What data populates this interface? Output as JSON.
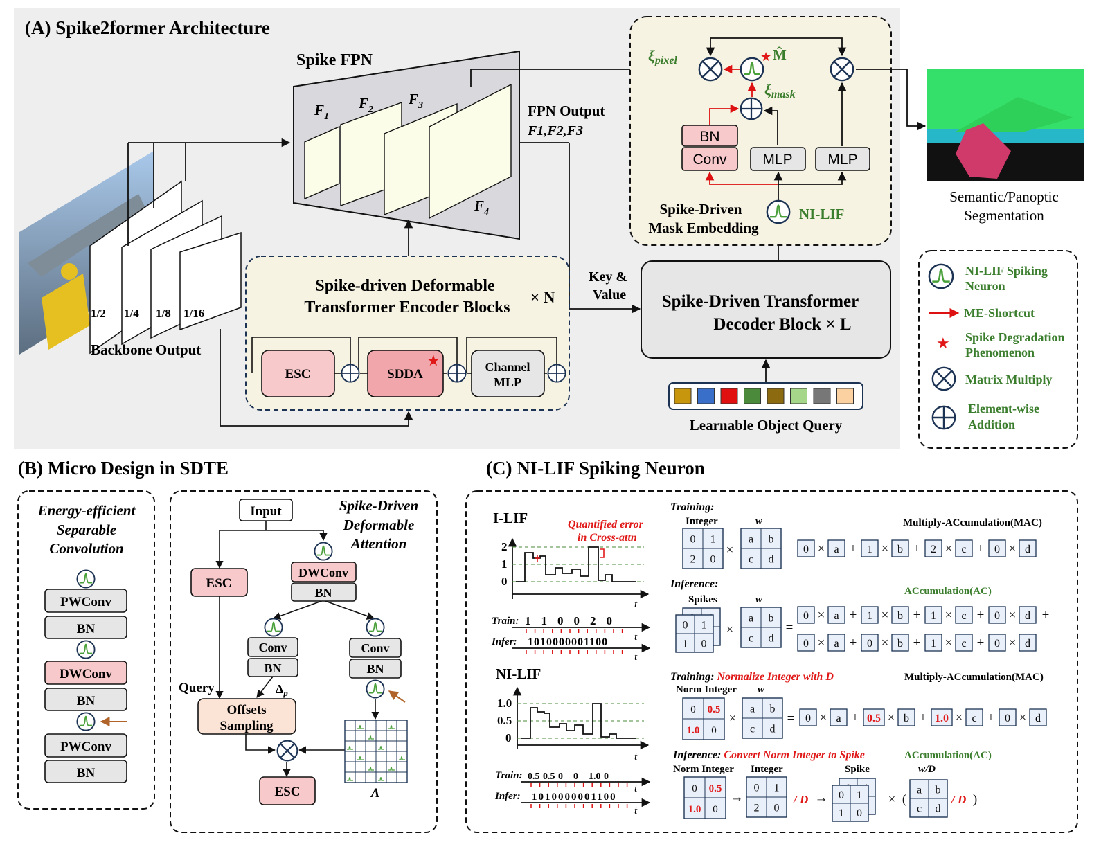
{
  "colors": {
    "panel_bg": "#eeeeee",
    "cream": "#f7f3e3",
    "pink": "#f7c9cb",
    "pink_dark": "#f0a6aa",
    "grey_box": "#e6e6e6",
    "peach": "#fbe3d6",
    "green": "#3a7d2c",
    "red": "#e01818",
    "navy": "#1d3354",
    "spike_green": "#4aa03a",
    "arrow_brown": "#b0642a"
  },
  "panelA": {
    "title": "(A) Spike2former Architecture",
    "fpn_title": "Spike FPN",
    "f1": "F",
    "f1_sub": "1",
    "f2": "F",
    "f2_sub": "2",
    "f3": "F",
    "f3_sub": "3",
    "f4": "F",
    "f4_sub": "4",
    "fpn_output": "FPN Output",
    "fpn_output_vars": "F1,F2,F3",
    "backbone_scales": [
      "1/2",
      "1/4",
      "1/8",
      "1/16"
    ],
    "backbone_label": "Backbone Output",
    "encoder_title_1": "Spike-driven Deformable",
    "encoder_title_2": "Transformer Encoder Blocks",
    "encoder_repeat": "× N",
    "esc": "ESC",
    "sdda": "SDDA",
    "channel_mlp_1": "Channel",
    "channel_mlp_2": "MLP",
    "key_value_1": "Key &",
    "key_value_2": "Value",
    "decoder_1": "Spike-Driven Transformer",
    "decoder_2": "Decoder Block  × L",
    "query_label": "Learnable Object Query",
    "query_colors": [
      "#c8960c",
      "#3a6fc9",
      "#e01010",
      "#4a8a3a",
      "#8c6a10",
      "#a6d68a",
      "#777777",
      "#fbd1a2"
    ],
    "xi_pixel": "ξpixel",
    "xi_mask": "ξmask",
    "m_hat": "M̂",
    "bn": "BN",
    "conv": "Conv",
    "mlp_a": "MLP",
    "mlp_b": "MLP",
    "nilif_label": "NI-LIF",
    "mask_embed_1": "Spike-Driven",
    "mask_embed_2": "Mask Embedding",
    "seg_label_1": "Semantic/Panoptic",
    "seg_label_2": "Segmentation"
  },
  "legend": {
    "nilif_1": "NI-LIF Spiking",
    "nilif_2": "Neuron",
    "me_shortcut": "ME-Shortcut",
    "spike_deg_1": "Spike Degradation",
    "spike_deg_2": "Phenomenon",
    "matmul": "Matrix Multiply",
    "elemadd_1": "Element-wise",
    "elemadd_2": "Addition"
  },
  "panelB": {
    "title": "(B) Micro Design in SDTE",
    "esc_title_1": "Energy-efficient",
    "esc_title_2": "Separable",
    "esc_title_3": "Convolution",
    "pwconv_top": "PWConv",
    "bn_1": "BN",
    "dwconv": "DWConv",
    "bn_2": "BN",
    "pwconv_bottom": "PWConv",
    "bn_3": "BN",
    "sdda_title_1": "Spike-Driven",
    "sdda_title_2": "Deformable",
    "sdda_title_3": "Attention",
    "input": "Input",
    "esc_left": "ESC",
    "dwconv_mid": "DWConv",
    "bn_mid": "BN",
    "conv_left": "Conv",
    "bn_left": "BN",
    "conv_right": "Conv",
    "bn_right": "BN",
    "query": "Query",
    "delta_p": "Δp",
    "offsets_1": "Offsets",
    "offsets_2": "Sampling",
    "esc_bottom": "ESC",
    "attn_matrix": "A"
  },
  "panelC": {
    "title": "(C) NI-LIF Spiking Neuron",
    "ilif": "I-LIF",
    "quant_err_1": "Quantified error",
    "quant_err_2": "in Cross-attn",
    "ilif_yticks": [
      "2",
      "1",
      "0"
    ],
    "t_label": "t",
    "train_label": "Train:",
    "infer_label": "Infer:",
    "ilif_train": [
      "1",
      "1",
      "0",
      "0",
      "2",
      "0"
    ],
    "ilif_infer": "1010000001100",
    "nilif": "NI-LIF",
    "nilif_yticks": [
      "1.0",
      "0.5",
      "0"
    ],
    "nilif_train": [
      "0.5",
      "0.5",
      "0",
      "0",
      "1.0",
      "0"
    ],
    "nilif_infer": "1010000001100",
    "training": "Training:",
    "inference": "Inference:",
    "integer": "Integer",
    "w": "w",
    "mac": "Multiply-ACcumulation(MAC)",
    "spikes": "Spikes",
    "ac": "ACcumulation(AC)",
    "training_norm": "Normalize Integer with D",
    "norm_integer": "Norm Integer",
    "mac2": "Multiply-ACcumulation(MAC)",
    "inference_norm": "Convert Norm Integer to Spike",
    "ac2": "ACcumulation(AC)",
    "integer2": "Integer",
    "spike": "Spike",
    "w_over_d": "w/D",
    "div_d": "/ D",
    "int_matrix": [
      "0",
      "1",
      "2",
      "0"
    ],
    "w_matrix": [
      "a",
      "b",
      "c",
      "d"
    ],
    "norm_matrix": [
      "0",
      "0.5",
      "1.0",
      "0"
    ],
    "spike_matrix_front": [
      "0",
      "1",
      "1",
      "0"
    ],
    "spike_matrix_back": [
      "0",
      "1",
      "1",
      "0"
    ],
    "row1_terms": [
      [
        "0",
        "a"
      ],
      [
        "1",
        "b"
      ],
      [
        "2",
        "c"
      ],
      [
        "0",
        "d"
      ]
    ],
    "row2_terms": [
      [
        "0",
        "a"
      ],
      [
        "1",
        "b"
      ],
      [
        "1",
        "c"
      ],
      [
        "0",
        "d"
      ]
    ],
    "row3_terms": [
      [
        "0",
        "a"
      ],
      [
        "0",
        "b"
      ],
      [
        "1",
        "c"
      ],
      [
        "0",
        "d"
      ]
    ],
    "row4_terms": [
      [
        "0",
        "a"
      ],
      [
        "0.5",
        "b"
      ],
      [
        "1.0",
        "c"
      ],
      [
        "0",
        "d"
      ]
    ]
  }
}
